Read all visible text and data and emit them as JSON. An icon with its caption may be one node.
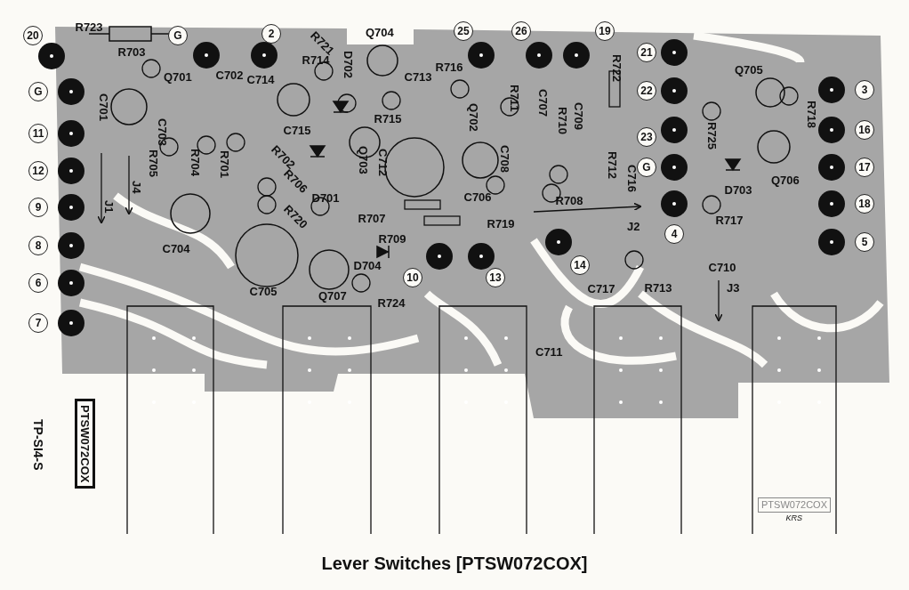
{
  "diagram": {
    "caption": "Lever Switches [PTSW072COX]",
    "labels": [
      "20",
      "R723",
      "G",
      "2",
      "R721",
      "Q704",
      "25",
      "26",
      "19",
      "R703",
      "Q701",
      "C702",
      "C714",
      "R714",
      "D702",
      "C713",
      "R716",
      "R722",
      "21",
      "Q705",
      "G",
      "C701",
      "R711",
      "C707",
      "22",
      "3",
      "11",
      "C703",
      "C715",
      "R715",
      "Q702",
      "R710",
      "C709",
      "23",
      "R725",
      "R718",
      "16",
      "12",
      "J4",
      "R705",
      "R704",
      "R701",
      "R702",
      "R706",
      "D701",
      "Q703",
      "C712",
      "C708",
      "R712",
      "C716",
      "G",
      "D703",
      "Q706",
      "17",
      "9",
      "J1",
      "R720",
      "R707",
      "C706",
      "R719",
      "R708",
      "J2",
      "R717",
      "18",
      "8",
      "C704",
      "D704",
      "R709",
      "14",
      "4",
      "C710",
      "5",
      "6",
      "C705",
      "Q707",
      "R724",
      "10",
      "13",
      "C717",
      "R713",
      "J3",
      "7",
      "C711",
      "TP-SI4-S",
      "PTSW072COX",
      "PTSW072COX",
      "KRS"
    ]
  }
}
